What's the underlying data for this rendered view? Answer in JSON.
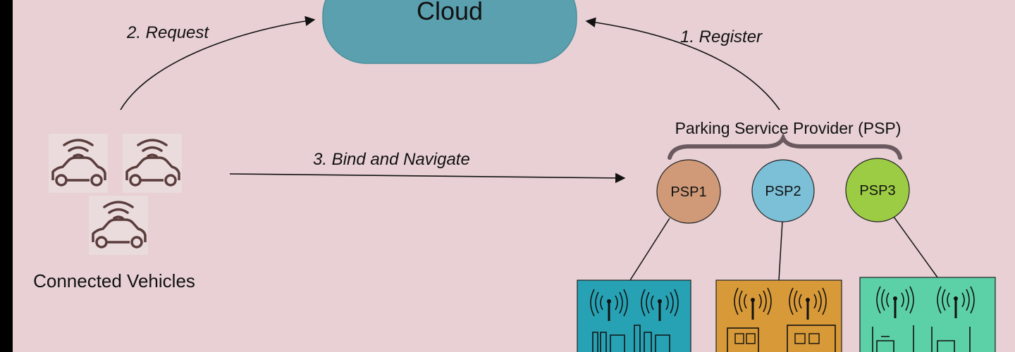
{
  "cloud": {
    "label": "Cloud"
  },
  "steps": {
    "register": "1. Register",
    "request": "2. Request",
    "bind": "3. Bind and Navigate"
  },
  "vehicles": {
    "label": "Connected Vehicles",
    "count": 3
  },
  "psp": {
    "group_label": "Parking Service Provider (PSP)",
    "providers": [
      {
        "label": "PSP1",
        "color": "#d09a78"
      },
      {
        "label": "PSP2",
        "color": "#7cc0d8"
      },
      {
        "label": "PSP3",
        "color": "#9ccc44"
      }
    ]
  },
  "buildings": [
    {
      "color": "#27a2b4"
    },
    {
      "color": "#d89a38"
    },
    {
      "color": "#5cd0a6"
    }
  ],
  "colors": {
    "background": "#e8d0d4",
    "cloud": "#5aa0ae",
    "tile": "#eadbdc",
    "icon": "#5a3c3c",
    "brace": "#6a5a60"
  }
}
